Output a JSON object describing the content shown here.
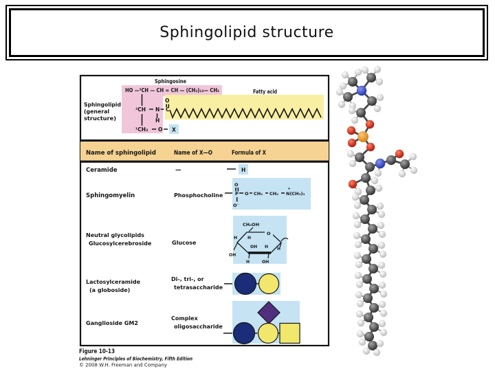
{
  "slide": {
    "title": "Sphingolipid structure"
  },
  "figure": {
    "labels": {
      "sphingosine": "Sphingosine",
      "fatty_acid": "Fatty acid",
      "side1": "Sphingolipid",
      "side2": "(general",
      "side3": "structure)"
    },
    "structure": {
      "row1": "HO —³CH — CH = CH — (CH₂)₁₂— CH₃",
      "c2": "²CH",
      "n": "N",
      "c": "C",
      "o": "O",
      "h": "H",
      "c1": "¹CH₂",
      "o2": "O",
      "x": "X"
    },
    "table": {
      "headers": [
        "Name of sphingolipid",
        "Name of X—O",
        "Formula of X"
      ],
      "rows": [
        {
          "name": "Ceramide",
          "xname": "—",
          "formula_h": "H"
        },
        {
          "name": "Sphingomyelin",
          "xname": "Phosphocholine",
          "formula": {
            "p": "P",
            "o": "O",
            "ch2a": "CH₂",
            "ch2b": "CH₂",
            "ncap": "N(CH₃)₃",
            "plus": "+",
            "otop": "O",
            "obot": "O⁻"
          }
        },
        {
          "name": "Neutral glycolipids",
          "name2": "Glucosylcerebroside",
          "xname": "Glucose",
          "glucose": {
            "ch2oh": "CH₂OH",
            "ring_o": "O",
            "h": "H",
            "oh": "OH"
          }
        },
        {
          "name": "Lactosylceramide",
          "name2": "(a globoside)",
          "xname": "Di-, tri-, or",
          "xname2": "tetrasaccharide"
        },
        {
          "name": "Ganglioside GM2",
          "xname": "Complex",
          "xname2": "oligosaccharide"
        }
      ]
    },
    "caption": {
      "figno": "Figure 10-13",
      "book": "Lehninger Principles of Biochemistry, Fifth Edition",
      "copyright": "© 2008 W.H. Freeman and Company"
    },
    "colors": {
      "pink": "#f1c6da",
      "yellow": "#f8efa2",
      "header_tan": "#f6d392",
      "formula_blue": "#c5e3f3",
      "navy": "#1b2d78",
      "sugar_yellow": "#f2e76d",
      "purple": "#50307e"
    }
  },
  "molecule": {
    "description": "ball-and-stick model of sphingomyelin",
    "colors": {
      "C": [
        "#a6a6a6",
        "#242424"
      ],
      "H": [
        "#ffffff",
        "#b5b5b5"
      ],
      "N": [
        "#8694ee",
        "#1a2da8"
      ],
      "O": [
        "#ff8266",
        "#a80d00"
      ],
      "P": [
        "#ffc873",
        "#cd7c0e"
      ]
    },
    "atoms": [
      [
        "N",
        526,
        132,
        -1
      ],
      [
        "C",
        513,
        119,
        0
      ],
      [
        "H",
        502,
        109,
        1
      ],
      [
        "H",
        521,
        105,
        1
      ],
      [
        "H",
        499,
        125,
        1
      ],
      [
        "C",
        540,
        113,
        0
      ],
      [
        "H",
        549,
        101,
        5
      ],
      [
        "H",
        552,
        119,
        5
      ],
      [
        "H",
        531,
        102,
        5
      ],
      [
        "C",
        506,
        141,
        0
      ],
      [
        "H",
        494,
        134,
        9
      ],
      [
        "H",
        497,
        152,
        9
      ],
      [
        "H",
        513,
        154,
        9
      ],
      [
        "C",
        541,
        147,
        0
      ],
      [
        "H",
        553,
        142,
        13
      ],
      [
        "H",
        549,
        158,
        13
      ],
      [
        "C",
        525,
        164,
        13
      ],
      [
        "H",
        512,
        161,
        16
      ],
      [
        "H",
        516,
        175,
        16
      ],
      [
        "O",
        538,
        181,
        16
      ],
      [
        "P",
        528,
        199,
        19
      ],
      [
        "O",
        511,
        190,
        20
      ],
      [
        "O",
        512,
        208,
        20
      ],
      [
        "O",
        539,
        214,
        20
      ],
      [
        "C",
        523,
        229,
        23
      ],
      [
        "H",
        510,
        224,
        24
      ],
      [
        "H",
        513,
        238,
        24
      ],
      [
        "C",
        538,
        243,
        24
      ],
      [
        "N",
        553,
        238,
        27
      ],
      [
        "H",
        550,
        252,
        28
      ],
      [
        "C",
        569,
        233,
        28
      ],
      [
        "O",
        581,
        224,
        30
      ],
      [
        "C",
        589,
        239,
        30
      ],
      [
        "H",
        601,
        228,
        32
      ],
      [
        "H",
        602,
        248,
        32
      ],
      [
        "H",
        585,
        253,
        32
      ],
      [
        "C",
        532,
        259,
        27
      ],
      [
        "H",
        545,
        263,
        36
      ],
      [
        "O",
        513,
        268,
        36
      ],
      [
        "H",
        521,
        279,
        38
      ],
      [
        "C",
        539,
        277,
        36
      ],
      [
        "H",
        551,
        274,
        40
      ],
      [
        "C",
        530,
        291,
        40
      ],
      [
        "H",
        517,
        287,
        42
      ],
      [
        "H",
        520,
        299,
        42
      ],
      [
        "C",
        541,
        305,
        42
      ],
      [
        "H",
        553,
        300,
        45
      ],
      [
        "H",
        555,
        312,
        45
      ],
      [
        "C",
        531,
        319,
        45
      ],
      [
        "H",
        518,
        314,
        48
      ],
      [
        "H",
        520,
        327,
        48
      ],
      [
        "C",
        542,
        333,
        48
      ],
      [
        "H",
        554,
        328,
        51
      ],
      [
        "H",
        556,
        341,
        51
      ],
      [
        "C",
        532,
        348,
        51
      ],
      [
        "H",
        519,
        343,
        54
      ],
      [
        "H",
        521,
        356,
        54
      ],
      [
        "C",
        543,
        362,
        54
      ],
      [
        "H",
        555,
        357,
        57
      ],
      [
        "H",
        557,
        370,
        57
      ],
      [
        "C",
        533,
        377,
        57
      ],
      [
        "H",
        520,
        372,
        60
      ],
      [
        "H",
        522,
        385,
        60
      ],
      [
        "C",
        543,
        391,
        60
      ],
      [
        "H",
        555,
        386,
        63
      ],
      [
        "H",
        557,
        399,
        63
      ],
      [
        "C",
        534,
        406,
        63
      ],
      [
        "H",
        521,
        401,
        66
      ],
      [
        "H",
        523,
        414,
        66
      ],
      [
        "C",
        544,
        420,
        66
      ],
      [
        "H",
        556,
        415,
        69
      ],
      [
        "H",
        558,
        428,
        69
      ],
      [
        "C",
        535,
        434,
        69
      ],
      [
        "H",
        522,
        429,
        72
      ],
      [
        "H",
        524,
        442,
        72
      ],
      [
        "C",
        544,
        448,
        72
      ],
      [
        "H",
        556,
        443,
        75
      ],
      [
        "H",
        558,
        456,
        75
      ],
      [
        "C",
        536,
        462,
        75
      ],
      [
        "H",
        523,
        457,
        78
      ],
      [
        "H",
        525,
        470,
        78
      ],
      [
        "C",
        544,
        476,
        78
      ],
      [
        "H",
        556,
        471,
        81
      ],
      [
        "H",
        558,
        484,
        81
      ],
      [
        "C",
        537,
        490,
        81
      ],
      [
        "H",
        524,
        486,
        84
      ],
      [
        "H",
        527,
        498,
        84
      ],
      [
        "C",
        542,
        503,
        84
      ],
      [
        "H",
        553,
        500,
        87
      ],
      [
        "H",
        548,
        513,
        87
      ],
      [
        "H",
        533,
        511,
        87
      ]
    ]
  }
}
